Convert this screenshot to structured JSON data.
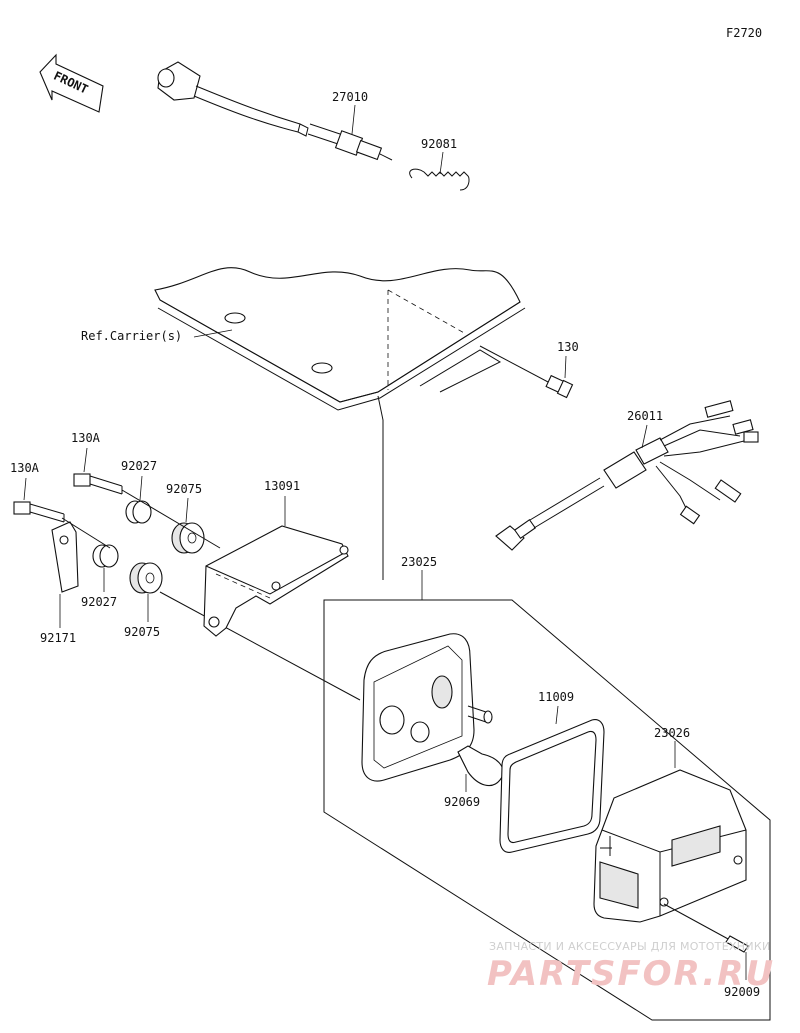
{
  "figure_code": "F2720",
  "front_arrow_label": "FRONT",
  "ref_label": "Ref.Carrier(s)",
  "parts": {
    "p27010": "27010",
    "p92081": "92081",
    "p130": "130",
    "p26011": "26011",
    "p130A_a": "130A",
    "p130A_b": "130A",
    "p92027_a": "92027",
    "p92027_b": "92027",
    "p92075_a": "92075",
    "p92075_b": "92075",
    "p13091": "13091",
    "p92171": "92171",
    "p23025": "23025",
    "p11009": "11009",
    "p23026": "23026",
    "p92069": "92069",
    "p92009": "92009"
  },
  "watermark": {
    "tagline": "ЗАПЧАСТИ И АКСЕССУАРЫ ДЛЯ МОТОТЕХНИКИ",
    "brand": "PARTSFOR.RU"
  }
}
